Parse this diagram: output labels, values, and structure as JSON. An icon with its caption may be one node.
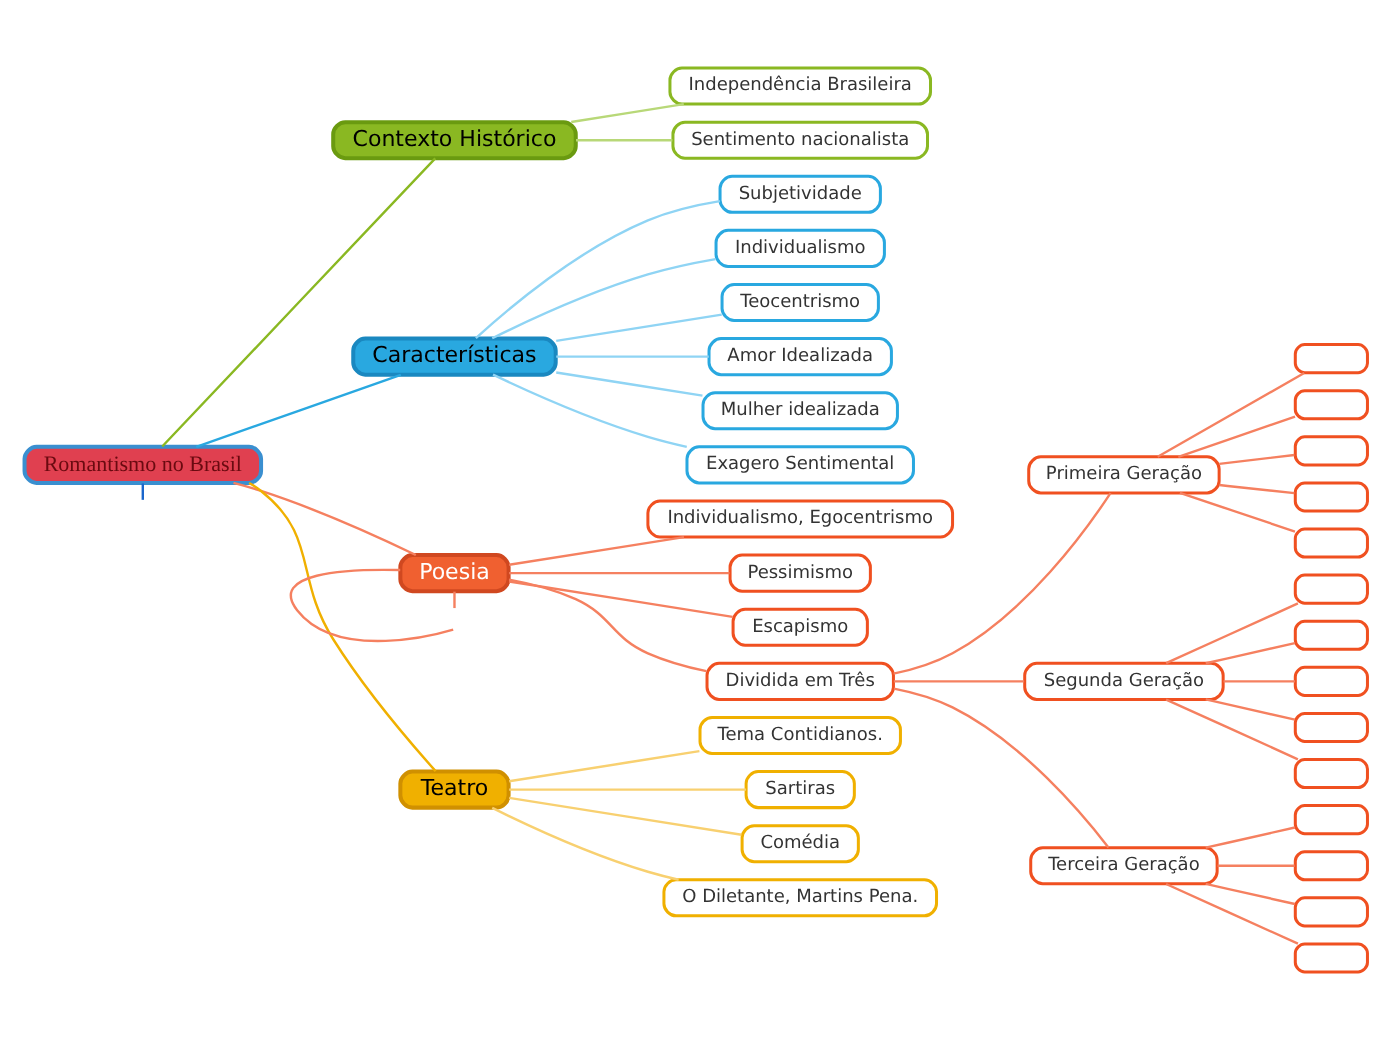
{
  "diagram": {
    "nodes": [
      {
        "text": [
          "Romantismo no Brasil"
        ]
      },
      {
        "text": [
          "Contexto Histórico"
        ]
      },
      {
        "text": [
          "Independência Brasileira"
        ]
      },
      {
        "text": [
          "Sentimento nacionalista"
        ]
      },
      {
        "text": [
          "Características"
        ]
      },
      {
        "text": [
          "Subjetividade"
        ]
      },
      {
        "text": [
          "Individualismo"
        ]
      },
      {
        "text": [
          "Teocentrismo"
        ]
      },
      {
        "text": [
          "Amor Idealizada"
        ]
      },
      {
        "text": [
          "Mulher idealizada"
        ]
      },
      {
        "text": [
          "Exagero Sentimental"
        ]
      },
      {
        "text": [
          "Poesia"
        ]
      },
      {
        "text": [
          "Individualismo, Egocentrismo"
        ]
      },
      {
        "text": [
          "Pessimismo"
        ]
      },
      {
        "text": [
          "Escapismo"
        ]
      },
      {
        "text": [
          "Dividida em Três"
        ]
      },
      {
        "text": [
          "Primeira Geração"
        ]
      },
      {
        "text": [],
        "shape": "box"
      },
      {
        "text": [],
        "shape": "box"
      },
      {
        "text": [],
        "shape": "box"
      },
      {
        "text": [],
        "shape": "box"
      },
      {
        "text": [],
        "shape": "box"
      },
      {
        "text": [
          "Segunda Geração"
        ]
      },
      {
        "text": [],
        "shape": "box"
      },
      {
        "text": [],
        "shape": "box"
      },
      {
        "text": [],
        "shape": "box"
      },
      {
        "text": [],
        "shape": "box"
      },
      {
        "text": [],
        "shape": "box"
      },
      {
        "text": [
          "Terceira Geração"
        ]
      },
      {
        "text": [],
        "shape": "box"
      },
      {
        "text": [],
        "shape": "box"
      },
      {
        "text": [],
        "shape": "box"
      },
      {
        "text": [],
        "shape": "box"
      },
      {
        "text": [
          "Teatro"
        ]
      },
      {
        "text": [
          "Tema Contidianos."
        ]
      },
      {
        "text": [
          "Sartiras"
        ]
      },
      {
        "text": [
          "Comédia"
        ]
      },
      {
        "text": [
          "O Diletante, Martins Pena."
        ]
      }
    ],
    "edges": [
      {
        "from": 0,
        "to": null,
        "arrow": "none",
        "color": "#1a66cc"
      },
      {
        "from": 0,
        "to": 1,
        "arrow": "none",
        "color": "#8ab822"
      },
      {
        "from": 1,
        "to": 2,
        "arrow": "none",
        "color": "#b8d878"
      },
      {
        "from": 1,
        "to": 3,
        "arrow": "none",
        "color": "#b8d878"
      },
      {
        "from": 0,
        "to": 4,
        "arrow": "none",
        "color": "#29a8e0"
      },
      {
        "from": 4,
        "to": 5,
        "arrow": "none",
        "color": "#8fd4f4"
      },
      {
        "from": 4,
        "to": 6,
        "arrow": "none",
        "color": "#8fd4f4"
      },
      {
        "from": 4,
        "to": 7,
        "arrow": "none",
        "color": "#8fd4f4"
      },
      {
        "from": 4,
        "to": 8,
        "arrow": "none",
        "color": "#8fd4f4"
      },
      {
        "from": 4,
        "to": 9,
        "arrow": "none",
        "color": "#8fd4f4"
      },
      {
        "from": 4,
        "to": 10,
        "arrow": "none",
        "color": "#8fd4f4"
      },
      {
        "from": 0,
        "to": 11,
        "arrow": "none"
      },
      {
        "from": 11,
        "to": null,
        "arrow": "none"
      },
      {
        "from": 11,
        "to": null,
        "arrow": "none"
      },
      {
        "from": 11,
        "to": 12,
        "arrow": "none"
      },
      {
        "from": 11,
        "to": 13,
        "arrow": "none"
      },
      {
        "from": 11,
        "to": 14,
        "arrow": "none"
      },
      {
        "from": 11,
        "to": 15,
        "arrow": "none"
      },
      {
        "from": 15,
        "to": 16,
        "arrow": "none"
      },
      {
        "from": 16,
        "to": 17,
        "arrow": "none"
      },
      {
        "from": 16,
        "to": 18,
        "arrow": "none"
      },
      {
        "from": 16,
        "to": 19,
        "arrow": "none"
      },
      {
        "from": 16,
        "to": 20,
        "arrow": "none"
      },
      {
        "from": 16,
        "to": 21,
        "arrow": "none"
      },
      {
        "from": 15,
        "to": 22,
        "arrow": "none"
      },
      {
        "from": 22,
        "to": 23,
        "arrow": "none"
      },
      {
        "from": 22,
        "to": 24,
        "arrow": "none"
      },
      {
        "from": 22,
        "to": 25,
        "arrow": "none"
      },
      {
        "from": 22,
        "to": 26,
        "arrow": "none"
      },
      {
        "from": 22,
        "to": 27,
        "arrow": "none"
      },
      {
        "from": 15,
        "to": 28,
        "arrow": "none"
      },
      {
        "from": 28,
        "to": 29,
        "arrow": "none"
      },
      {
        "from": 28,
        "to": 30,
        "arrow": "none"
      },
      {
        "from": 28,
        "to": 31,
        "arrow": "none"
      },
      {
        "from": 28,
        "to": 32,
        "arrow": "none"
      },
      {
        "from": 0,
        "to": 33,
        "arrow": "none",
        "color": "#f0b000"
      },
      {
        "from": 33,
        "to": 34,
        "arrow": "none",
        "color": "#f8d070"
      },
      {
        "from": 33,
        "to": 35,
        "arrow": "none",
        "color": "#f8d070"
      },
      {
        "from": 33,
        "to": 36,
        "arrow": "none",
        "color": "#f8d070"
      },
      {
        "from": 33,
        "to": 37,
        "arrow": "none",
        "color": "#f8d070"
      }
    ]
  }
}
